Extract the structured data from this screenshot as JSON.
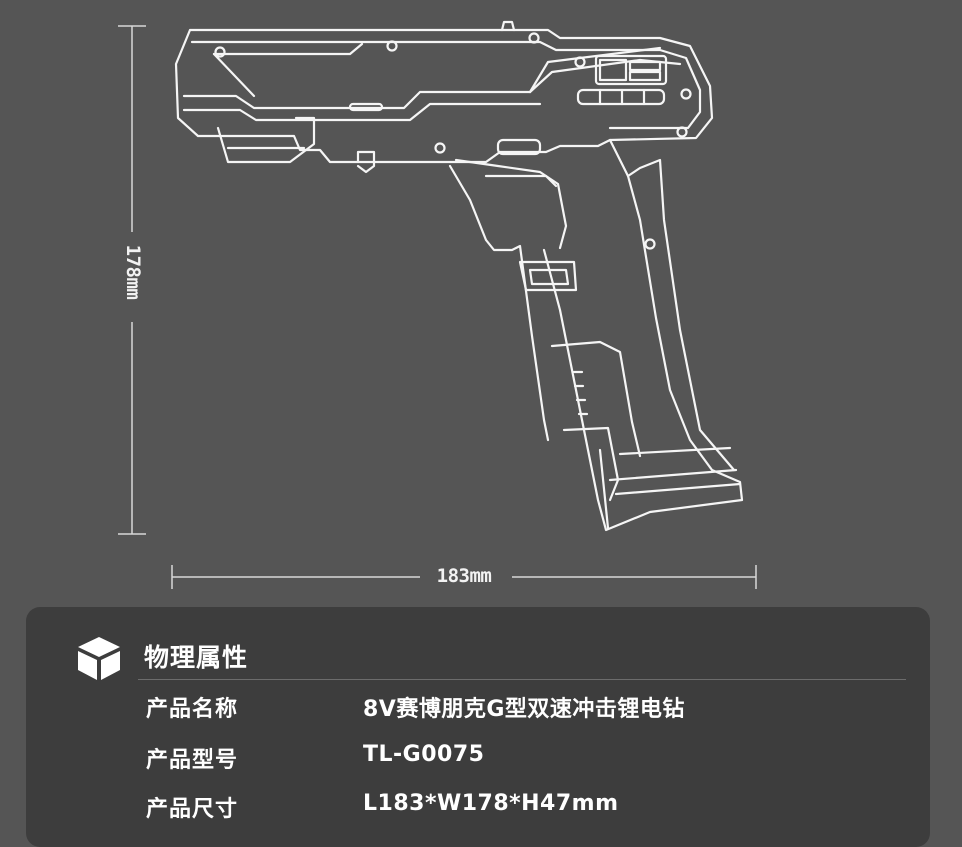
{
  "dimensions": {
    "height_label": "178mm",
    "width_label": "183mm"
  },
  "panel": {
    "title": "物理属性",
    "icon": "cube-icon",
    "specs": [
      {
        "label": "产品名称",
        "value": "8V赛博朋克G型双速冲击锂电钻"
      },
      {
        "label": "产品型号",
        "value": "TL-G0075"
      },
      {
        "label": "产品尺寸",
        "value": "L183*W178*H47mm"
      }
    ]
  },
  "colors": {
    "background": "#555555",
    "panel": "#3d3d3d",
    "line": "#f5f5f5"
  }
}
